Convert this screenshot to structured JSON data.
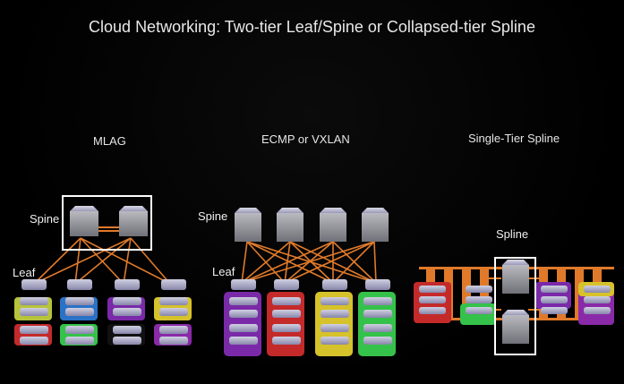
{
  "title": "Cloud Networking: Two-tier Leaf/Spine or Collapsed-tier Spline",
  "sections": {
    "mlag": {
      "heading": "MLAG",
      "spine_label": "Spine",
      "leaf_label": "Leaf"
    },
    "ecmp": {
      "heading": "ECMP or VXLAN",
      "spine_label": "Spine",
      "leaf_label": "Leaf"
    },
    "spline": {
      "heading": "Single-Tier Spline",
      "spline_label": "Spline"
    }
  },
  "colors": {
    "background": "#000000",
    "link": "#e07a2a",
    "box_outline": "#ffffff",
    "switch": "#9a9aa0"
  }
}
